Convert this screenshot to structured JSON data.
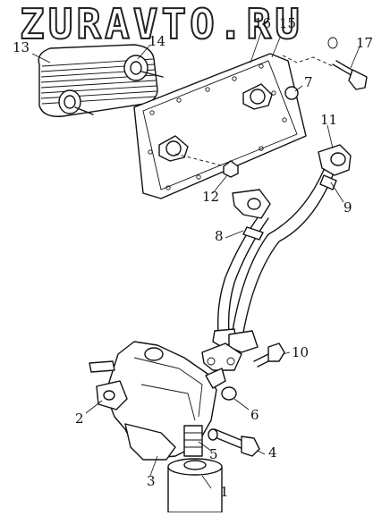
{
  "watermark": "ZURAVTO.RU",
  "callouts": [
    {
      "id": "1",
      "text": "1"
    },
    {
      "id": "2",
      "text": "2"
    },
    {
      "id": "3",
      "text": "3"
    },
    {
      "id": "4",
      "text": "4"
    },
    {
      "id": "5",
      "text": "5"
    },
    {
      "id": "6",
      "text": "6"
    },
    {
      "id": "7",
      "text": "7"
    },
    {
      "id": "8",
      "text": "8"
    },
    {
      "id": "9",
      "text": "9"
    },
    {
      "id": "10",
      "text": "10"
    },
    {
      "id": "11",
      "text": "11"
    },
    {
      "id": "12",
      "text": "12"
    },
    {
      "id": "13",
      "text": "13"
    },
    {
      "id": "14",
      "text": "14"
    },
    {
      "id": "15",
      "text": "15"
    },
    {
      "id": "16",
      "text": "16"
    },
    {
      "id": "17",
      "text": "17"
    }
  ]
}
